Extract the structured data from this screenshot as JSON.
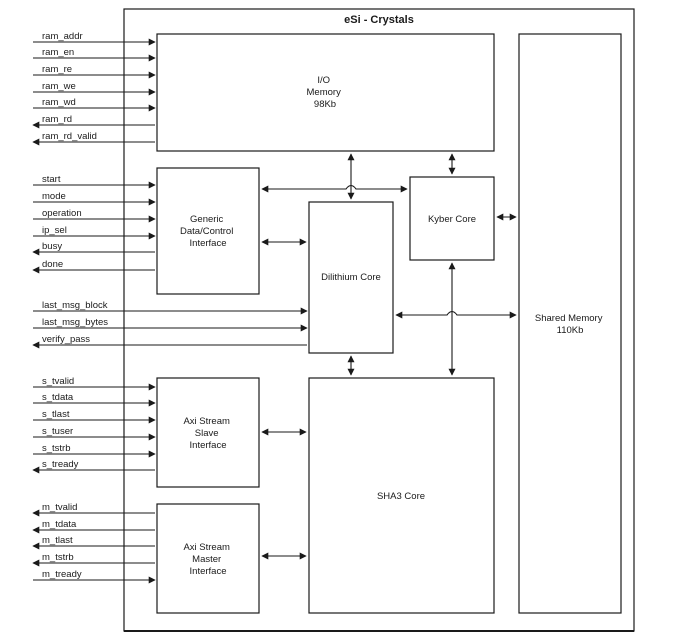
{
  "title": "eSi - Crystals",
  "blocks": {
    "io_memory": [
      "I/O",
      "Memory",
      "98Kb"
    ],
    "generic_interface": [
      "Generic",
      "Data/Control",
      "Interface"
    ],
    "kyber_core": [
      "Kyber Core"
    ],
    "dilithium_core": [
      "Dilithium Core"
    ],
    "shared_memory": [
      "Shared Memory",
      "110Kb"
    ],
    "axi_slave": [
      "Axi Stream",
      "Slave",
      "Interface"
    ],
    "axi_master": [
      "Axi Stream",
      "Master",
      "Interface"
    ],
    "sha3_core": [
      "SHA3 Core"
    ]
  },
  "signals": {
    "ram": [
      "ram_addr",
      "ram_en",
      "ram_re",
      "ram_we",
      "ram_wd",
      "ram_rd",
      "ram_rd_valid"
    ],
    "control": [
      "start",
      "mode",
      "operation",
      "ip_sel",
      "busy",
      "done"
    ],
    "dilithium": [
      "last_msg_block",
      "last_msg_bytes",
      "verify_pass"
    ],
    "axi_slave": [
      "s_tvalid",
      "s_tdata",
      "s_tlast",
      "s_tuser",
      "s_tstrb",
      "s_tready"
    ],
    "axi_master": [
      "m_tvalid",
      "m_tdata",
      "m_tlast",
      "m_tstrb",
      "m_tready"
    ]
  }
}
